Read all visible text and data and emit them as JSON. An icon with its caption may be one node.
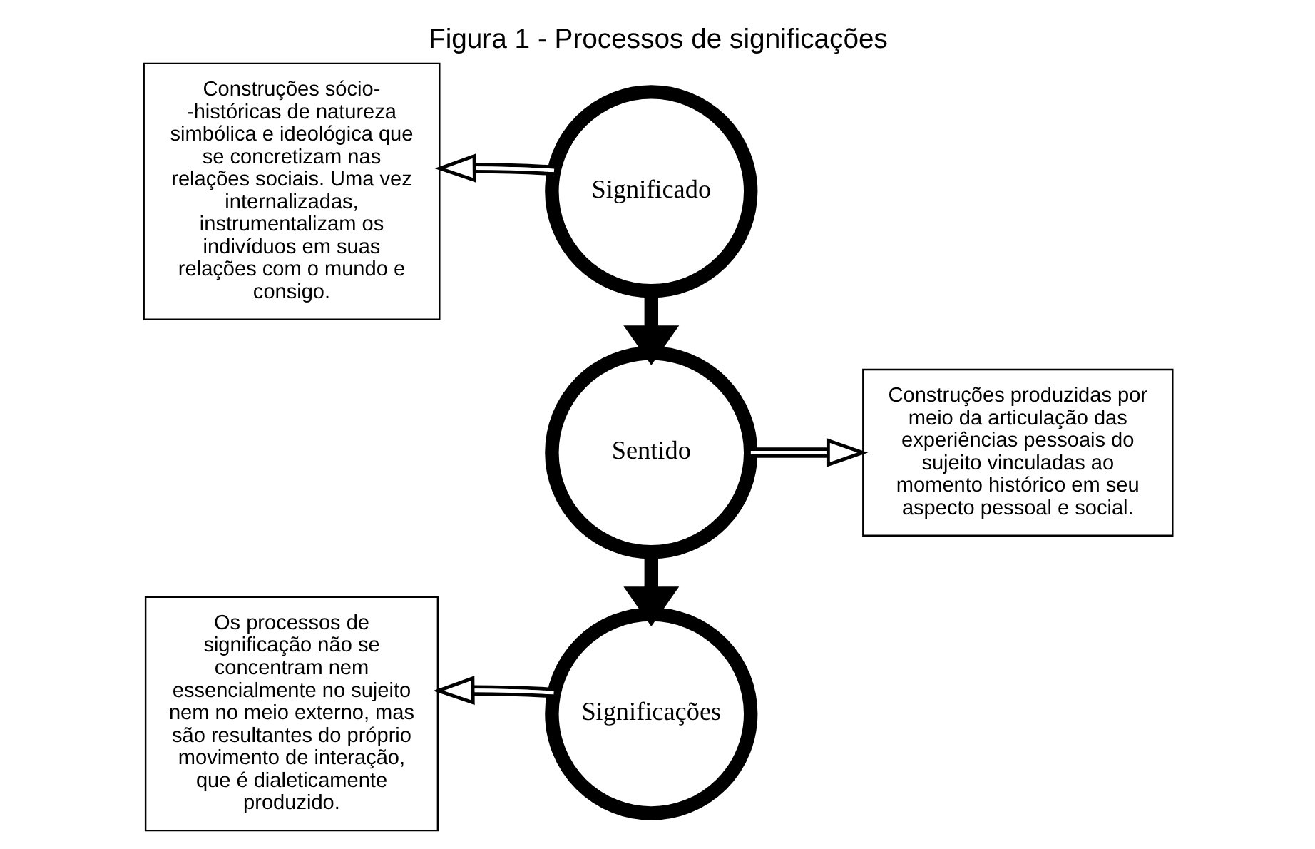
{
  "diagram": {
    "title": "Figura 1 - Processos de significações",
    "nodes": [
      {
        "text": [
          "Significado"
        ]
      },
      {
        "text": [
          "Sentido"
        ]
      },
      {
        "text": [
          "Significações"
        ]
      },
      {
        "text": [
          "Construções sócio- -históricas de natureza simbólica e ideológica que se concretizam nas relações sociais. Uma vez internalizadas, instrumentalizam os indivíduos em suas relações com o mundo e consigo."
        ]
      },
      {
        "text": [
          "Construções produzidas por meio da articulação das experiências pessoais do sujeito vinculadas ao momento histórico em seu aspecto pessoal e social."
        ]
      },
      {
        "text": [
          "Os processos de significação não se concentram nem essencialmente no sujeito nem no meio externo, mas são resultantes do próprio movimento de interação, que é dialeticamente produzido."
        ]
      }
    ],
    "edges": [
      {
        "from": 0,
        "to": 1,
        "arrow": "to",
        "style": "thick"
      },
      {
        "from": 1,
        "to": 2,
        "arrow": "to",
        "style": "thick"
      },
      {
        "from": 0,
        "to": 3,
        "arrow": "to"
      },
      {
        "from": 1,
        "to": 4,
        "arrow": "to"
      },
      {
        "from": 2,
        "to": 5,
        "arrow": "to"
      }
    ]
  }
}
